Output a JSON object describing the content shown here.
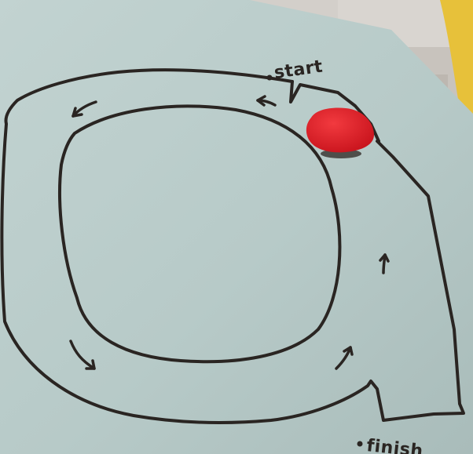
{
  "photo": {
    "labels": {
      "start": "start",
      "finish": "finish"
    },
    "colors": {
      "background_wall": "#cfcbc6",
      "paper": "#b9cbc9",
      "ink": "#2a2522",
      "marker_piece": "#e0232b",
      "yellow_cable": "#e7c13a"
    },
    "objects": [
      "letter-q-tracing-worksheet",
      "red-paper-marker",
      "direction-arrow-icon"
    ]
  }
}
